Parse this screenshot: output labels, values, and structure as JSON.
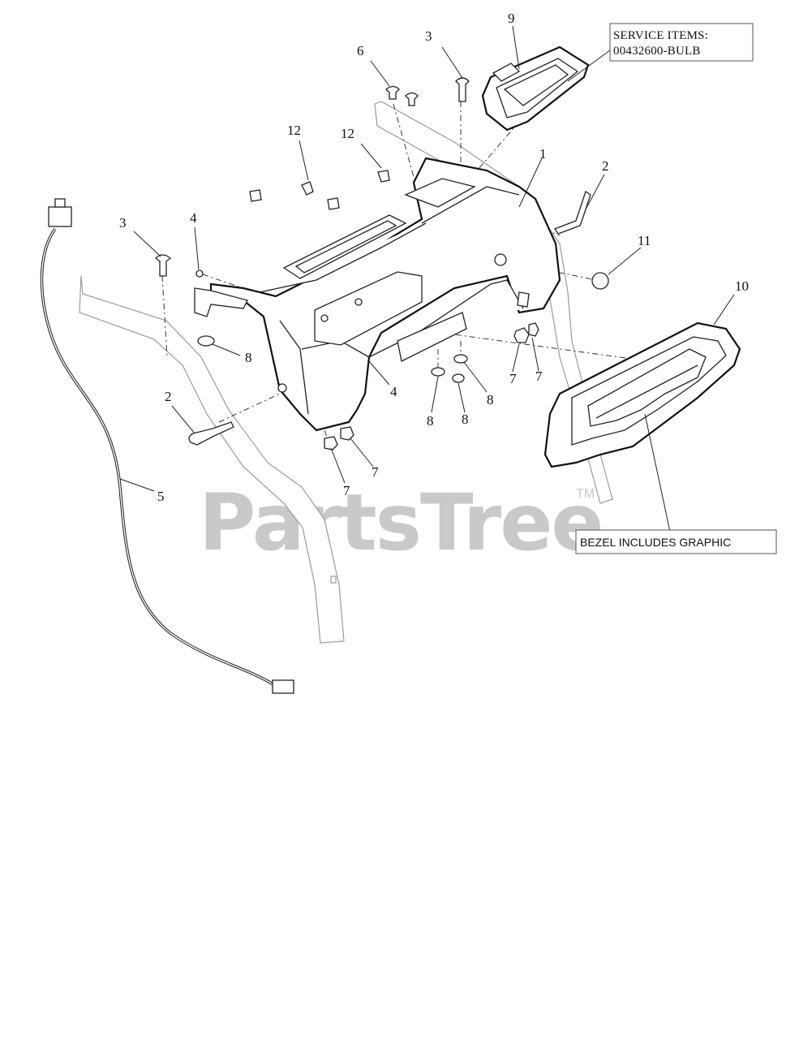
{
  "callouts": [
    {
      "id": "c9",
      "label": "9"
    },
    {
      "id": "c3a",
      "label": "3"
    },
    {
      "id": "c6",
      "label": "6"
    },
    {
      "id": "c12a",
      "label": "12"
    },
    {
      "id": "c12b",
      "label": "12"
    },
    {
      "id": "c1",
      "label": "1"
    },
    {
      "id": "c2a",
      "label": "2"
    },
    {
      "id": "c11",
      "label": "11"
    },
    {
      "id": "c10",
      "label": "10"
    },
    {
      "id": "c3b",
      "label": "3"
    },
    {
      "id": "c4a",
      "label": "4"
    },
    {
      "id": "c8a",
      "label": "8"
    },
    {
      "id": "c4b",
      "label": "4"
    },
    {
      "id": "c7a",
      "label": "7"
    },
    {
      "id": "c7b",
      "label": "7"
    },
    {
      "id": "c8b",
      "label": "8"
    },
    {
      "id": "c8c",
      "label": "8"
    },
    {
      "id": "c8d",
      "label": "8"
    },
    {
      "id": "c2b",
      "label": "2"
    },
    {
      "id": "c5",
      "label": "5"
    },
    {
      "id": "c7c",
      "label": "7"
    },
    {
      "id": "c7d",
      "label": "7"
    }
  ],
  "notes": {
    "service_title": "SERVICE ITEMS:",
    "service_part": "00432600-BULB",
    "bezel": "BEZEL INCLUDES GRAPHIC"
  },
  "watermark": {
    "text": "PartsTree",
    "mark": "TM"
  }
}
